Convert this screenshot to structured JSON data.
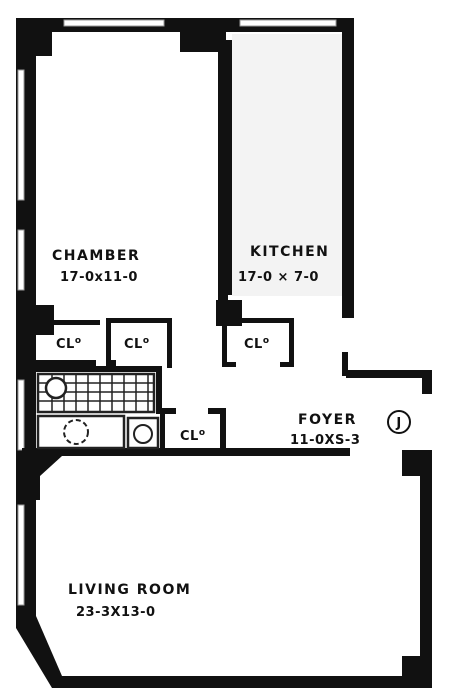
{
  "colors": {
    "wall": "#111111",
    "paper": "#ffffff",
    "fixture": "#222222",
    "window": "#9a9a9a"
  },
  "rooms": {
    "chamber": {
      "name": "CHAMBER",
      "size": "17-0x11-0"
    },
    "kitchen": {
      "name": "KITCHEN",
      "size": "17-0 × 7-0"
    },
    "foyer": {
      "name": "FOYER",
      "size": "11-0XS-3"
    },
    "living": {
      "name": "LIVING ROOM",
      "size": "23-3X13-0"
    }
  },
  "closets": {
    "c1": "CL",
    "c2": "CL",
    "c3": "CL",
    "c4": "CL",
    "sup": "o"
  },
  "symbols": {
    "intercom": "J",
    "intercom_icon": "circle-j-icon"
  }
}
